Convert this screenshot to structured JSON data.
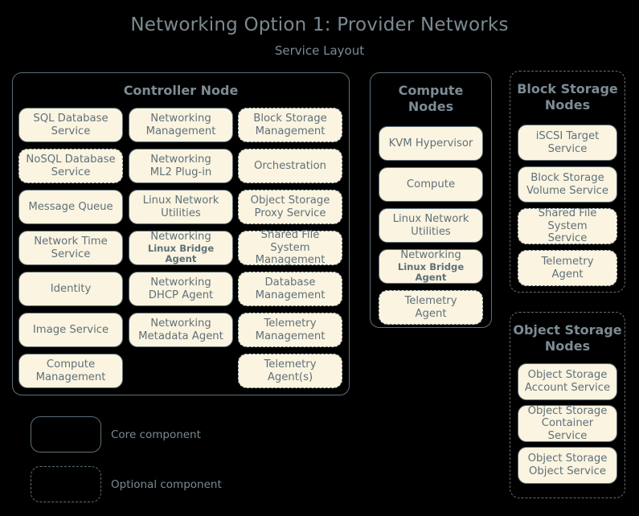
{
  "header": {
    "title": "Networking Option 1: Provider Networks",
    "subtitle": "Service Layout"
  },
  "groups": [
    {
      "id": "controller-node",
      "title": "Controller Node",
      "style": "core",
      "columns": [
        [
          {
            "label": "SQL Database Service",
            "lines": [
              "SQL Database",
              "Service"
            ],
            "style": "core"
          },
          {
            "label": "NoSQL Database Service",
            "lines": [
              "NoSQL Database",
              "Service"
            ],
            "style": "optional"
          },
          {
            "label": "Message Queue",
            "lines": [
              "Message Queue"
            ],
            "style": "core"
          },
          {
            "label": "Network Time Service",
            "lines": [
              "Network Time",
              "Service"
            ],
            "style": "core"
          },
          {
            "label": "Identity",
            "lines": [
              "Identity"
            ],
            "style": "core"
          },
          {
            "label": "Image Service",
            "lines": [
              "Image Service"
            ],
            "style": "core"
          },
          {
            "label": "Compute Management",
            "lines": [
              "Compute",
              "Management"
            ],
            "style": "core"
          }
        ],
        [
          {
            "label": "Networking Management",
            "lines": [
              "Networking",
              "Management"
            ],
            "style": "core"
          },
          {
            "label": "Networking ML2 Plug-in",
            "lines": [
              "Networking",
              "ML2 Plug-in"
            ],
            "style": "core"
          },
          {
            "label": "Linux Network Utilities",
            "lines": [
              "Linux Network",
              "Utilities"
            ],
            "style": "core"
          },
          {
            "label": "Networking Linux Bridge Agent",
            "lines": [
              "Networking",
              "Linux Bridge Agent"
            ],
            "style": "core",
            "small_second_line": true
          },
          {
            "label": "Networking DHCP Agent",
            "lines": [
              "Networking",
              "DHCP Agent"
            ],
            "style": "core"
          },
          {
            "label": "Networking Metadata Agent",
            "lines": [
              "Networking",
              "Metadata Agent"
            ],
            "style": "core"
          }
        ],
        [
          {
            "label": "Block Storage Management",
            "lines": [
              "Block Storage",
              "Management"
            ],
            "style": "optional"
          },
          {
            "label": "Orchestration",
            "lines": [
              "Orchestration"
            ],
            "style": "optional"
          },
          {
            "label": "Object Storage Proxy Service",
            "lines": [
              "Object Storage",
              "Proxy Service"
            ],
            "style": "optional"
          },
          {
            "label": "Shared File System Management",
            "lines": [
              "Shared File System",
              "Management"
            ],
            "style": "optional"
          },
          {
            "label": "Database Management",
            "lines": [
              "Database",
              "Management"
            ],
            "style": "optional"
          },
          {
            "label": "Telemetry Management",
            "lines": [
              "Telemetry",
              "Management"
            ],
            "style": "optional"
          },
          {
            "label": "Telemetry Agent(s)",
            "lines": [
              "Telemetry",
              "Agent(s)"
            ],
            "style": "optional"
          }
        ]
      ]
    },
    {
      "id": "compute-nodes",
      "title": "Compute Nodes",
      "style": "core",
      "columns": [
        [
          {
            "label": "KVM Hypervisor",
            "lines": [
              "KVM Hypervisor"
            ],
            "style": "core"
          },
          {
            "label": "Compute",
            "lines": [
              "Compute"
            ],
            "style": "core"
          },
          {
            "label": "Linux Network Utilities",
            "lines": [
              "Linux Network",
              "Utilities"
            ],
            "style": "core"
          },
          {
            "label": "Networking Linux Bridge Agent",
            "lines": [
              "Networking",
              "Linux Bridge Agent"
            ],
            "style": "core",
            "small_second_line": true
          },
          {
            "label": "Telemetry Agent",
            "lines": [
              "Telemetry",
              "Agent"
            ],
            "style": "optional"
          }
        ]
      ]
    },
    {
      "id": "block-storage-nodes",
      "title": "Block Storage Nodes",
      "style": "optional",
      "columns": [
        [
          {
            "label": "iSCSI Target Service",
            "lines": [
              "iSCSI Target",
              "Service"
            ],
            "style": "core"
          },
          {
            "label": "Block Storage Volume Service",
            "lines": [
              "Block Storage",
              "Volume Service"
            ],
            "style": "core"
          },
          {
            "label": "Shared File System Service",
            "lines": [
              "Shared File System",
              "Service"
            ],
            "style": "optional"
          },
          {
            "label": "Telemetry Agent",
            "lines": [
              "Telemetry",
              "Agent"
            ],
            "style": "optional"
          }
        ]
      ]
    },
    {
      "id": "object-storage-nodes",
      "title": "Object Storage Nodes",
      "style": "optional",
      "columns": [
        [
          {
            "label": "Object Storage Account Service",
            "lines": [
              "Object Storage",
              "Account Service"
            ],
            "style": "core"
          },
          {
            "label": "Object Storage Container Service",
            "lines": [
              "Object Storage",
              "Container Service"
            ],
            "style": "core"
          },
          {
            "label": "Object Storage Object Service",
            "lines": [
              "Object Storage",
              "Object Service"
            ],
            "style": "core"
          }
        ]
      ]
    }
  ],
  "legend": {
    "items": [
      {
        "label": "Core component",
        "style": "core"
      },
      {
        "label": "Optional component",
        "style": "optional"
      }
    ]
  },
  "colors": {
    "background": "#000000",
    "box_fill": "#fbf4e0",
    "border": "#5d6f79",
    "text": "#5f717b",
    "title_text": "#7b8a92"
  }
}
